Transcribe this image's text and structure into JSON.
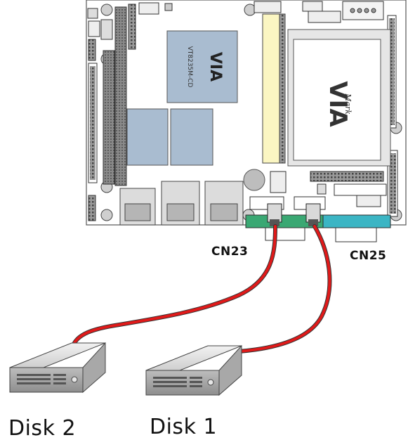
{
  "board": {
    "chip_large_brand": "VIA",
    "chip_large_code": "VT8235M-CD",
    "chip_mark_brand": "VIA",
    "chip_mark_sub": "Mark",
    "colors": {
      "board": "#ffffff",
      "outline": "#555555",
      "chip": "#a9bcd0",
      "slot": "#fbf6c2",
      "connector_green": "#3aa873",
      "connector_cyan": "#3bb5c4",
      "cable": "#e01a1a"
    }
  },
  "labels": {
    "cn23": "CN23",
    "cn25": "CN25",
    "disk2": "Disk 2",
    "disk1": "Disk 1"
  }
}
